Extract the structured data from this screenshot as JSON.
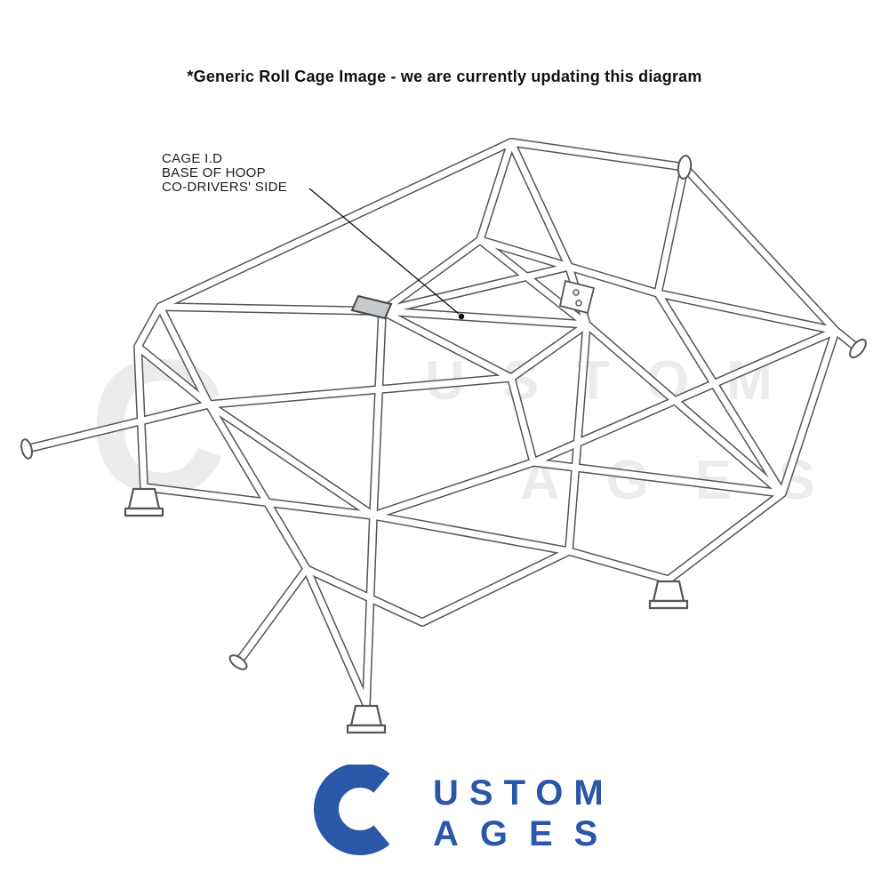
{
  "disclaimer": {
    "text": "*Generic Roll Cage Image - we are currently updating this diagram"
  },
  "callout": {
    "line1": "CAGE I.D",
    "line2": "BASE OF HOOP",
    "line3": "CO-DRIVERS' SIDE"
  },
  "watermark": {
    "initial": "C",
    "word1": "USTOM",
    "word2": "AGES",
    "color": "#ececec"
  },
  "logo": {
    "initial": "C",
    "word1": "USTOM",
    "word2": "AGES",
    "color": "#2b57a8"
  },
  "diagram": {
    "subject": "generic weld-in roll cage, isometric line drawing",
    "tube_fill": "#ffffff",
    "tube_outline": "#555555"
  }
}
